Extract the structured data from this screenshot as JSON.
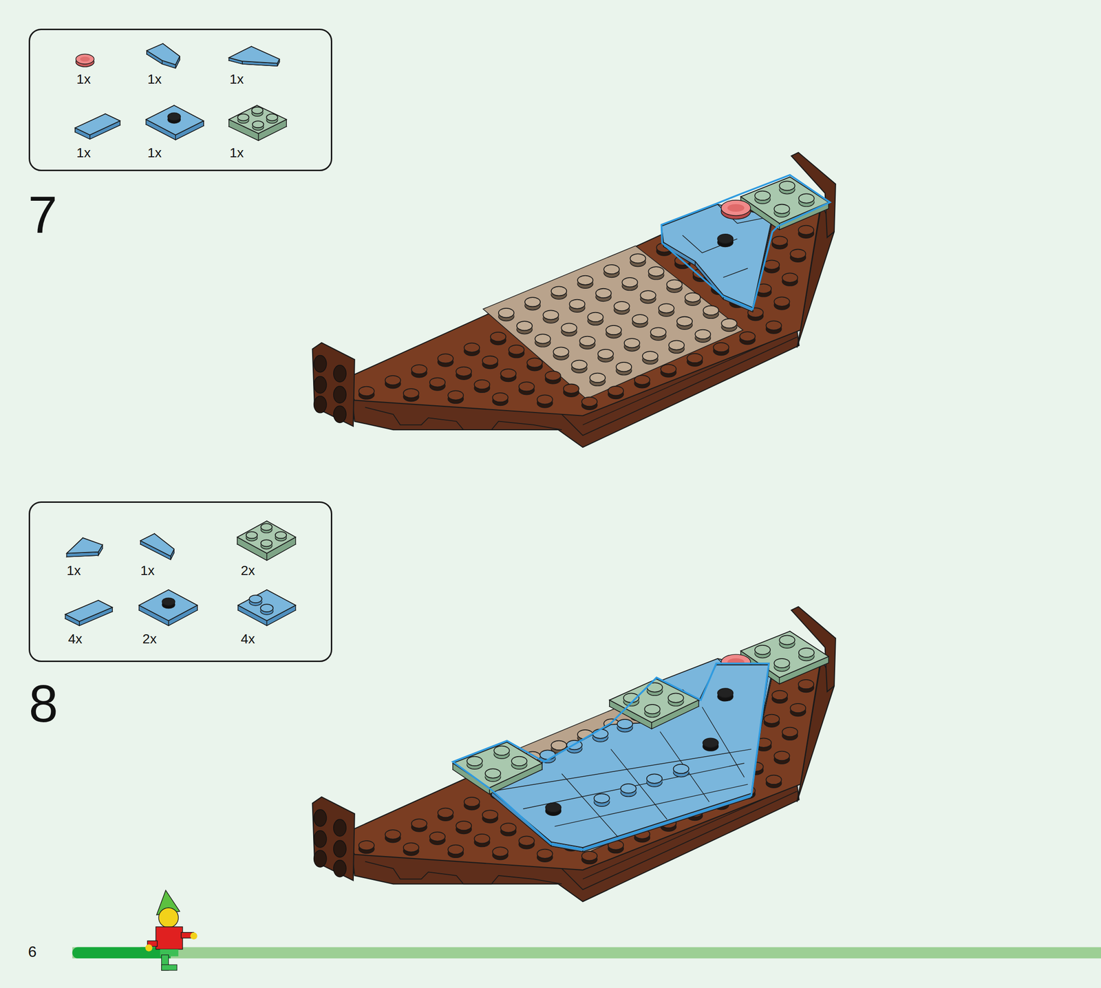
{
  "diagram": {
    "nodes": [
      {
        "text": [
          "1x",
          "1x",
          "1x",
          "1x",
          "1x",
          "1x"
        ]
      },
      {
        "text": [
          "1x",
          "1x",
          "2x",
          "4x",
          "2x",
          "4x"
        ]
      }
    ],
    "labels": [
      "7",
      "8",
      "6"
    ]
  }
}
